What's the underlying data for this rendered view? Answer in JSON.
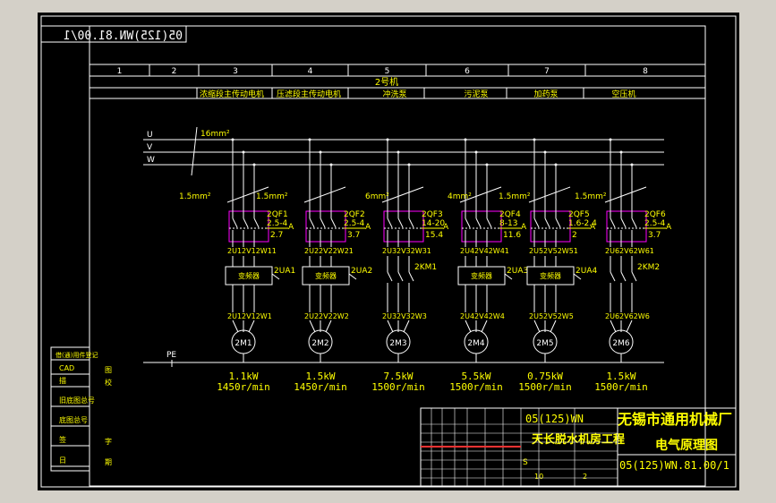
{
  "drawing_number": "05(125)WN.81.00/1",
  "drawing_number_mirrored": "05(125)WN.81.00/1",
  "column_numbers": [
    "1",
    "2",
    "3",
    "4",
    "5",
    "6",
    "7",
    "8"
  ],
  "section_title": "2号机",
  "load_names": [
    "浓缩段主传动电机",
    "压滤段主传动电机",
    "冲洗泵",
    "污泥泵",
    "加药泵",
    "空压机"
  ],
  "phases": [
    "U",
    "V",
    "W"
  ],
  "pe_label": "PE",
  "wire_sizes": {
    "main": "16mm²",
    "b1": "1.5mm²",
    "b2": "1.5mm²",
    "b3": "6mm²",
    "b4": "4mm²",
    "b5": "1.5mm²",
    "b6": "1.5mm²"
  },
  "breakers": [
    {
      "id": "2QF1",
      "range": "2.5-4",
      "setting": "2.7",
      "unit": "A"
    },
    {
      "id": "2QF2",
      "range": "2.5-4",
      "setting": "3.7",
      "unit": "A"
    },
    {
      "id": "2QF3",
      "range": "14-20",
      "setting": "15.4",
      "unit": "A"
    },
    {
      "id": "2QF4",
      "range": "8-13",
      "setting": "11.6",
      "unit": "A"
    },
    {
      "id": "2QF5",
      "range": "1.6-2.4",
      "setting": "2",
      "unit": "A"
    },
    {
      "id": "2QF6",
      "range": "2.5-4",
      "setting": "3.7",
      "unit": "A"
    }
  ],
  "upper_terminals": [
    "2U12V12W11",
    "2U22V22W21",
    "2U32V32W31",
    "2U42V42W41",
    "2U52V52W51",
    "2U62V62W61"
  ],
  "devices": [
    {
      "label": "变频器",
      "tag": "2UA1"
    },
    {
      "label": "变频器",
      "tag": "2UA2"
    },
    {
      "label": "",
      "tag": "2KM1"
    },
    {
      "label": "变频器",
      "tag": "2UA3"
    },
    {
      "label": "变频器",
      "tag": "2UA4"
    },
    {
      "label": "",
      "tag": "2KM2"
    }
  ],
  "lower_terminals": [
    "2U12V12W1",
    "2U22V22W2",
    "2U32V32W3",
    "2U42V42W4",
    "2U52V52W5",
    "2U62V62W6"
  ],
  "motors": [
    {
      "id": "2M1",
      "power": "1.1kW",
      "speed": "1450r/min"
    },
    {
      "id": "2M2",
      "power": "1.5kW",
      "speed": "1450r/min"
    },
    {
      "id": "2M3",
      "power": "7.5kW",
      "speed": "1500r/min"
    },
    {
      "id": "2M4",
      "power": "5.5kW",
      "speed": "1500r/min"
    },
    {
      "id": "2M5",
      "power": "0.75kW",
      "speed": "1500r/min"
    },
    {
      "id": "2M6",
      "power": "1.5kW",
      "speed": "1500r/min"
    }
  ],
  "left_block": {
    "heading": "借(通)用件登记",
    "rows": [
      "CAD",
      "描",
      "旧底图总号",
      "底图总号",
      "签",
      "日"
    ],
    "right": [
      "图",
      "校",
      "",
      "",
      "字",
      "期"
    ]
  },
  "title_block": {
    "company": "无锡市通用机械厂",
    "project": "天长脱水机房工程",
    "drawing_title": "电气原理图",
    "code_small": "05(125)WN",
    "stage": "S",
    "scale_label": "10",
    "sheet": "2"
  },
  "colors": {
    "background": "#000000",
    "line": "#ffffff",
    "text": "#ffff00",
    "breaker_box": "#ff00ff",
    "frame_border": "#ffffff",
    "title_rule": "#ff3333",
    "device_label": "#ffff00"
  }
}
